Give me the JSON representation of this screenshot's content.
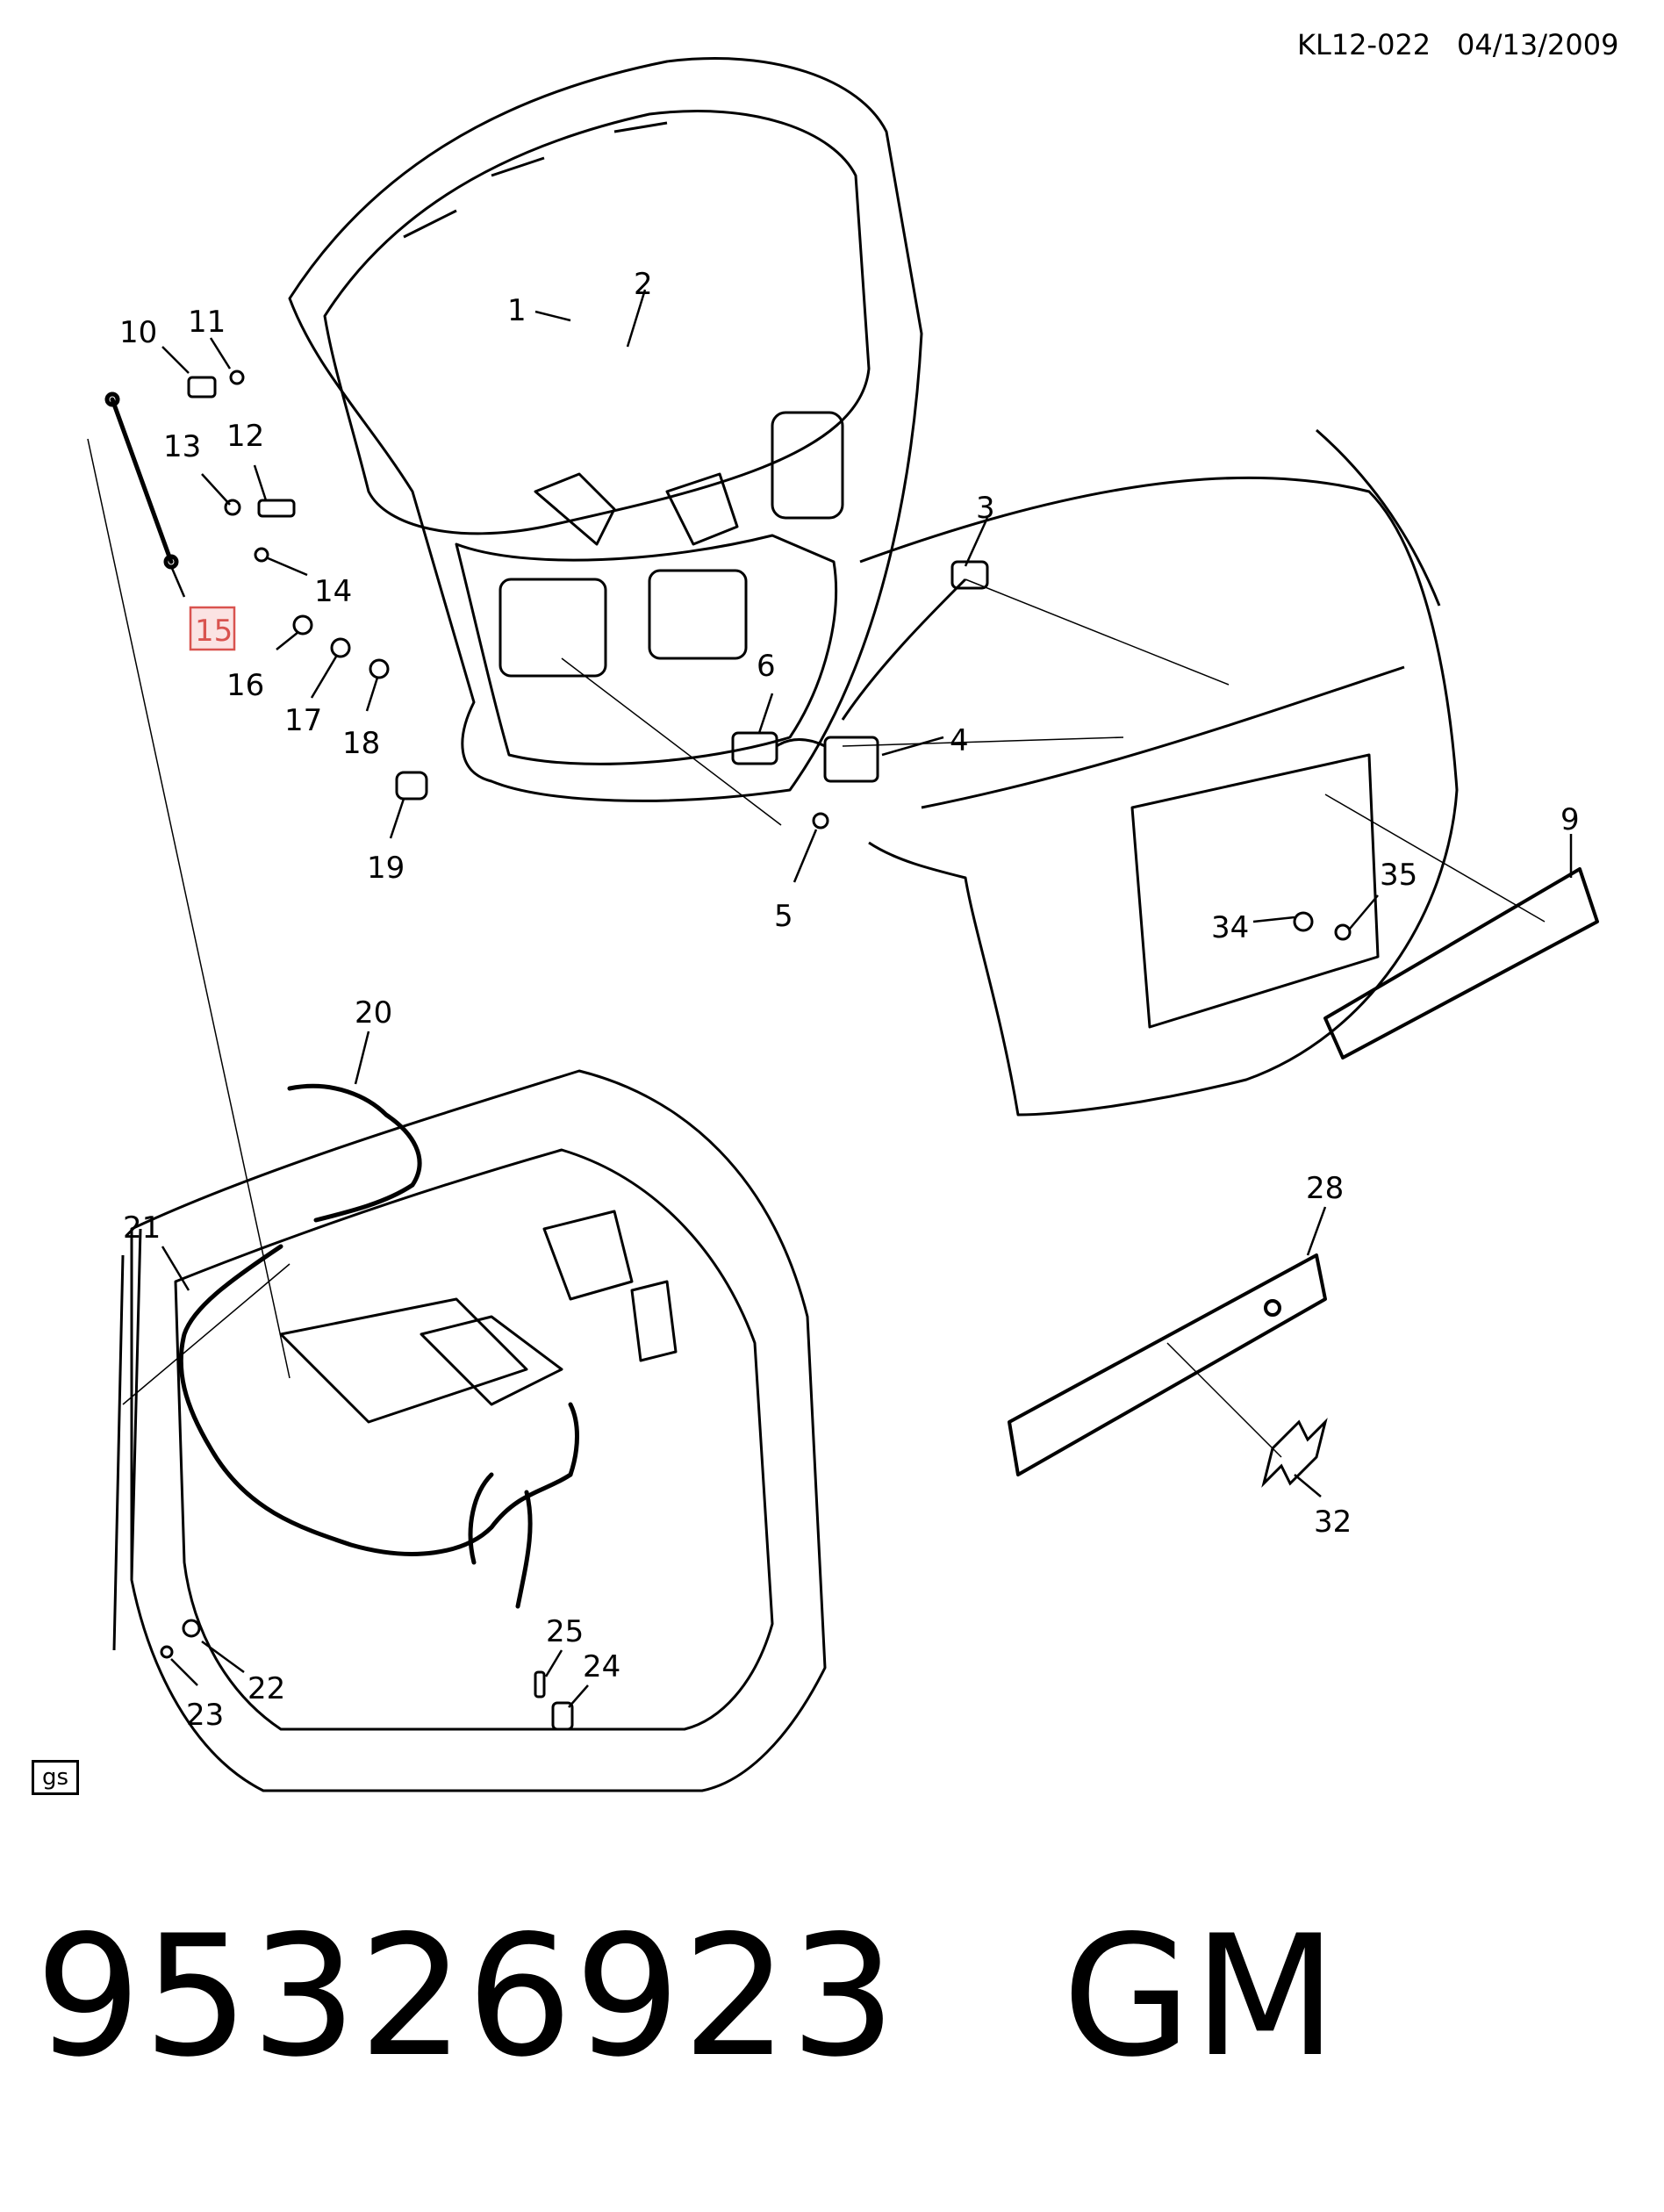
{
  "header": {
    "reference": "KL12-022",
    "date": "04/13/2009"
  },
  "callouts": [
    "1",
    "2",
    "3",
    "4",
    "5",
    "6",
    "9",
    "10",
    "11",
    "12",
    "13",
    "14",
    "15",
    "16",
    "17",
    "18",
    "19",
    "20",
    "21",
    "22",
    "23",
    "24",
    "25",
    "28",
    "32",
    "34",
    "35"
  ],
  "highlighted_callout": "15",
  "corner_label": "gs",
  "footer": {
    "part_number": "95326923",
    "brand": "GM"
  },
  "colors": {
    "line": "#000000",
    "highlight_border": "#d9534f",
    "highlight_fill": "#fbe3e3"
  }
}
